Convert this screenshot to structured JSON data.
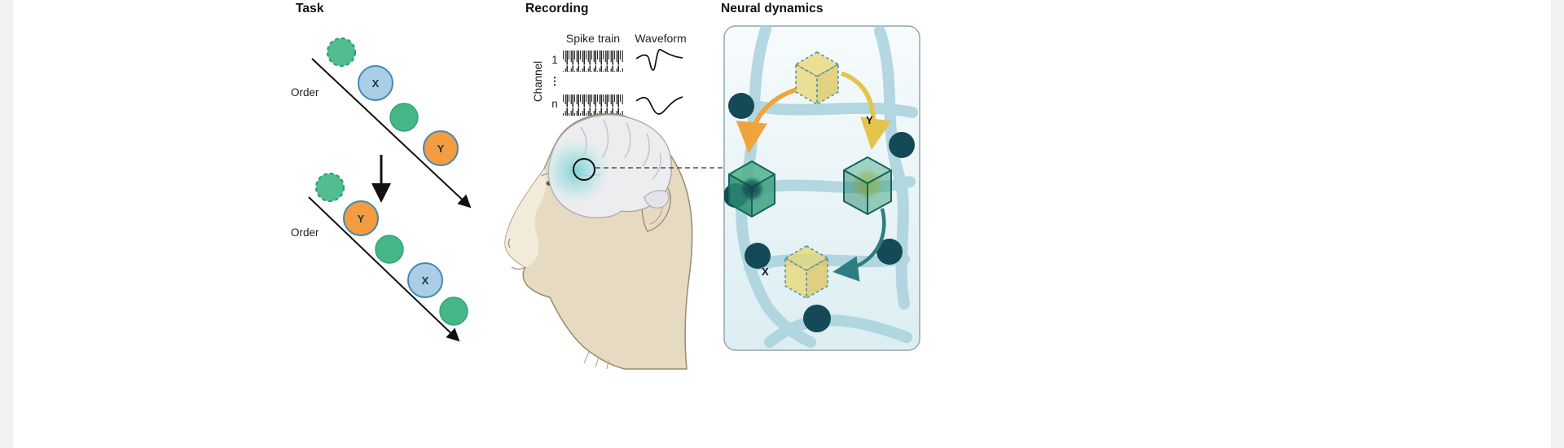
{
  "task": {
    "title": "Task",
    "order_label": "Order",
    "x_label": "X",
    "y_label": "Y"
  },
  "recording": {
    "title": "Recording",
    "spike_train_label": "Spike train",
    "waveform_label": "Waveform",
    "channel_label": "Channel",
    "channel_first": "1",
    "channel_ellipsis": "⋮",
    "channel_last": "n"
  },
  "neural": {
    "title": "Neural dynamics",
    "y_label": "Y",
    "x_label": "X"
  },
  "colors": {
    "green_circle": "#45b687",
    "blue_circle": "#a9cee6",
    "orange_circle": "#f59b40",
    "circle_outline_blue": "#4189b5",
    "arrow_black": "#111111",
    "network_edge": "#a9d2dc",
    "network_node": "#144a57",
    "ghost_cube_yellow": "#e8d777",
    "green_cube": "#2a8a70",
    "orange_arrow": "#f0a43c",
    "yellow_arrow": "#e3c44c",
    "teal_arrow": "#2d7d82",
    "brain_highlight": "#7fd0d2",
    "monkey_skin": "#e7dac2",
    "panel_background": "#e9f4f6"
  }
}
